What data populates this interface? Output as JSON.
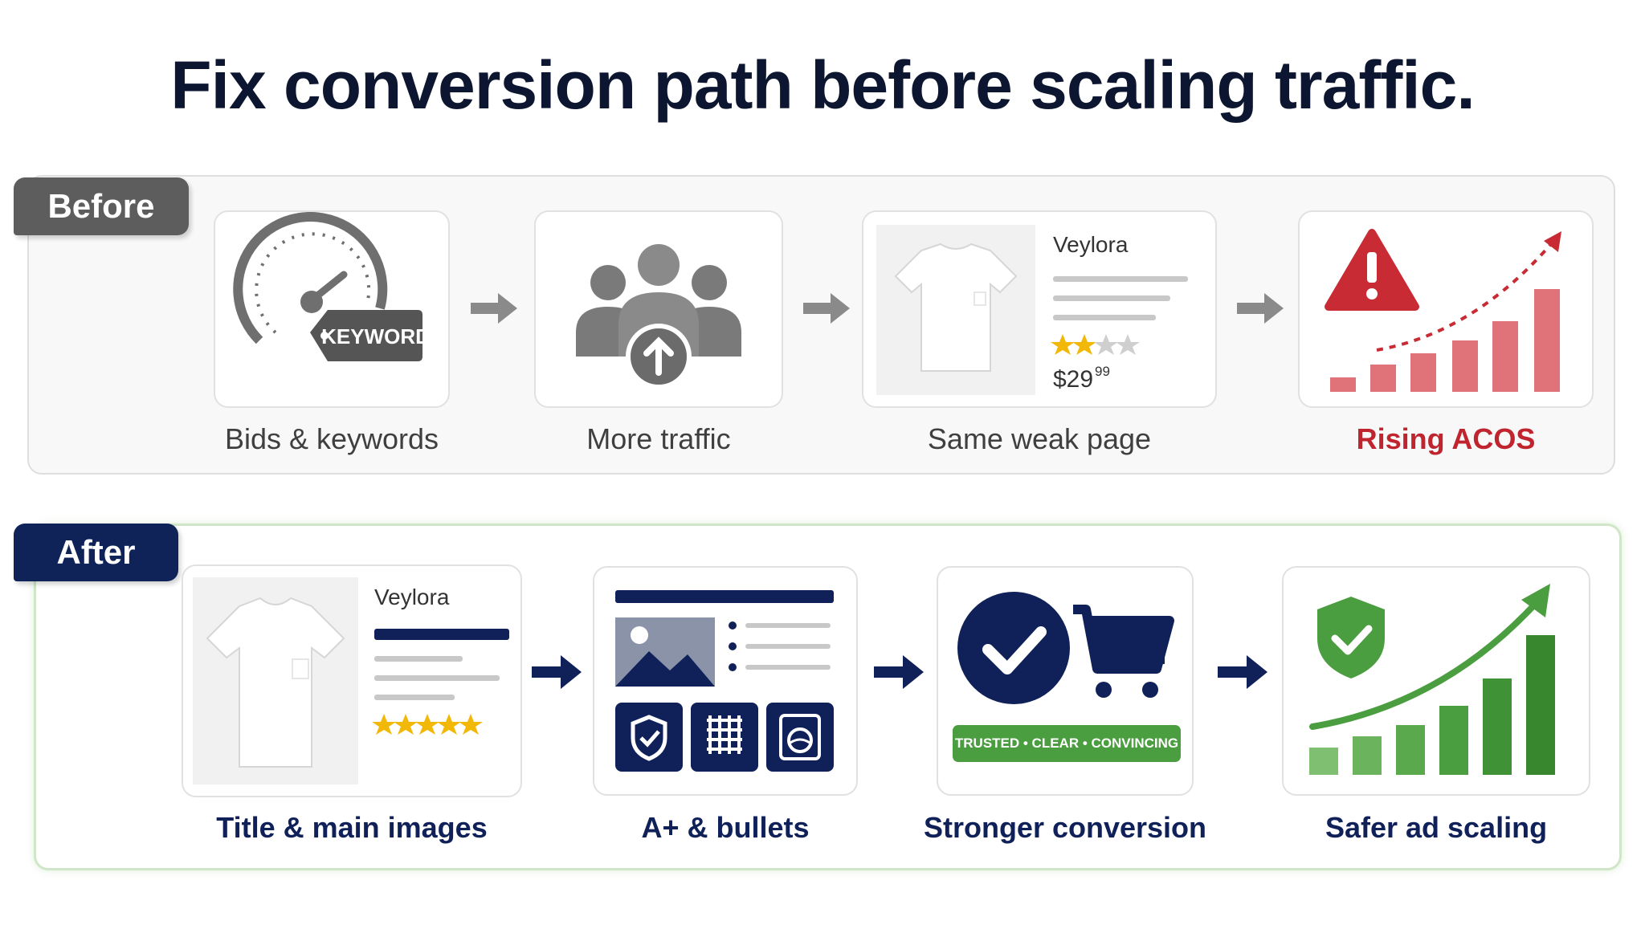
{
  "title": "Fix conversion path before scaling traffic.",
  "before": {
    "tag": "Before",
    "steps": [
      {
        "label": "Bids & keywords",
        "icon": "speedometer-keyword-icon",
        "keyword_tag": "KEYWORD"
      },
      {
        "label": "More traffic",
        "icon": "audience-growth-icon"
      },
      {
        "label": "Same weak page",
        "icon": "weak-product-page-icon",
        "brand": "Veylora",
        "price": "$29",
        "price_cents": "99",
        "rating": 2
      },
      {
        "label": "Rising ACOS",
        "icon": "warning-rising-bars-icon"
      }
    ]
  },
  "after": {
    "tag": "After",
    "steps": [
      {
        "label": "Title & main images",
        "icon": "strong-product-page-icon",
        "brand": "Veylora",
        "rating": 5
      },
      {
        "label": "A+ & bullets",
        "icon": "aplus-content-icon"
      },
      {
        "label": "Stronger conversion",
        "icon": "check-cart-icon",
        "badge": "TRUSTED • CLEAR • CONVINCING"
      },
      {
        "label": "Safer ad scaling",
        "icon": "shield-growth-chart-icon"
      }
    ]
  },
  "colors": {
    "title": "#0d1630",
    "before_tag": "#5d5d5d",
    "after_tag": "#0f2358",
    "warning_red": "#c0252f",
    "navy": "#10215a",
    "green": "#4a9e3f",
    "star_gold": "#f2b807"
  }
}
